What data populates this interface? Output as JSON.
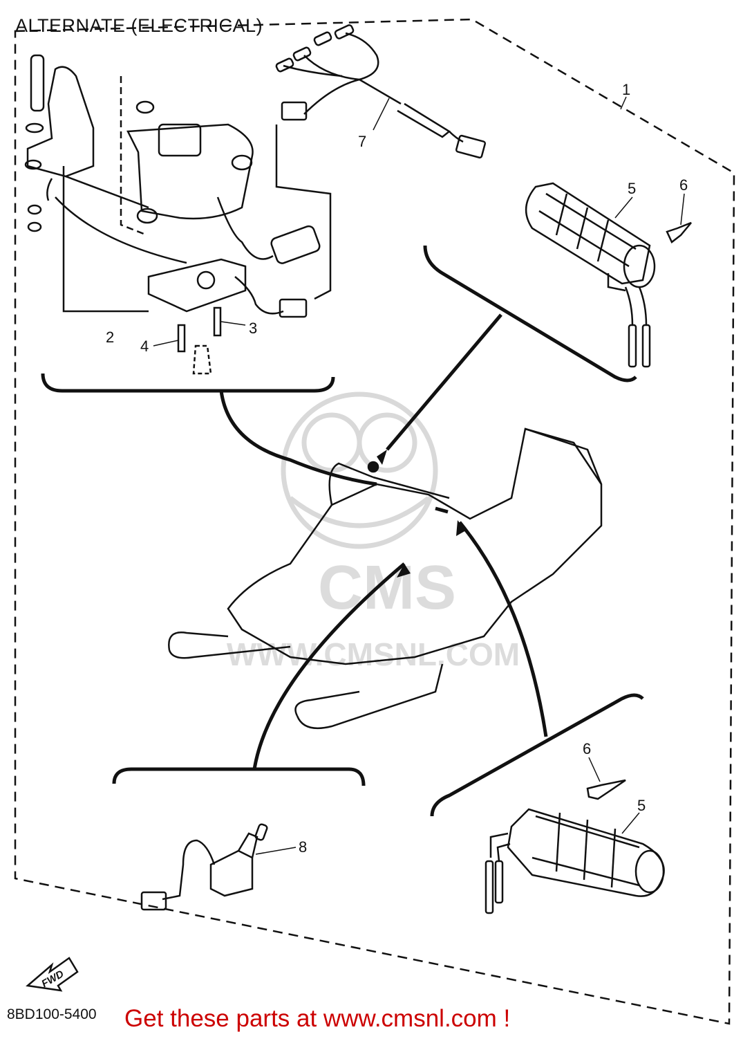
{
  "diagram": {
    "title": "ALTERNATE (ELECTRICAL)",
    "part_code": "8BD100-5400",
    "promo_text": "Get these parts at www.cmsnl.com !",
    "watermark_text": "WWW.CMSNL.COM",
    "watermark_logo_text": "CMS",
    "fwd_label": "FWD",
    "callouts": {
      "c1": "1",
      "c2": "2",
      "c3": "3",
      "c4": "4",
      "c5a": "5",
      "c5b": "5",
      "c6a": "6",
      "c6b": "6",
      "c7": "7",
      "c8": "8"
    },
    "line_color": "#111111",
    "watermark_color": "#d9d9d9",
    "promo_color": "#cc0000"
  }
}
